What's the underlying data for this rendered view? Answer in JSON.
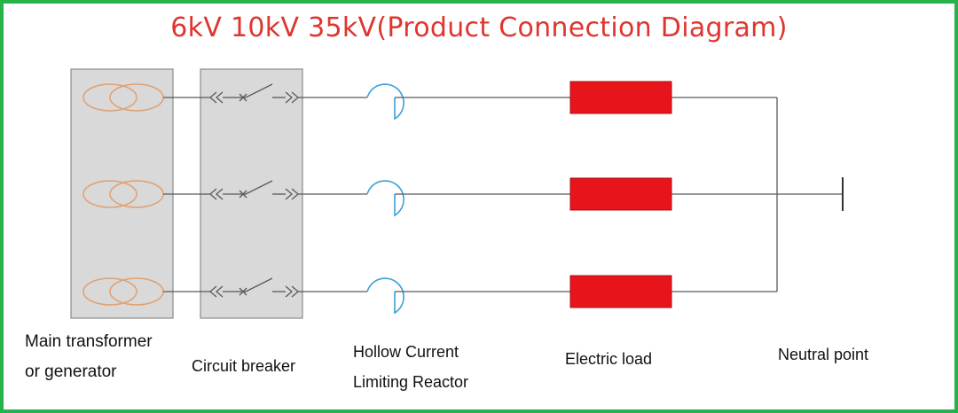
{
  "title": "6kV 10kV 35kV(Product Connection Diagram)",
  "labels": {
    "transformer_line1": "Main transformer",
    "transformer_line2": "or generator",
    "breaker": "Circuit breaker",
    "reactor_line1": "Hollow Current",
    "reactor_line2": "Limiting Reactor",
    "load": "Electric load",
    "neutral": "Neutral point"
  },
  "colors": {
    "border": "#27b24a",
    "title": "#e0342f",
    "panel_fill": "#d9d9d9",
    "panel_stroke": "#8a8a8a",
    "transformer_coil": "#e0a070",
    "reactor": "#3aa0d8",
    "load": "#e8141c",
    "wire": "#5a5a5a"
  },
  "icons": [
    "transformer-coil-icon",
    "breaker-switch-icon",
    "reactor-coil-icon",
    "load-resistor-icon",
    "ground-bar-icon"
  ]
}
